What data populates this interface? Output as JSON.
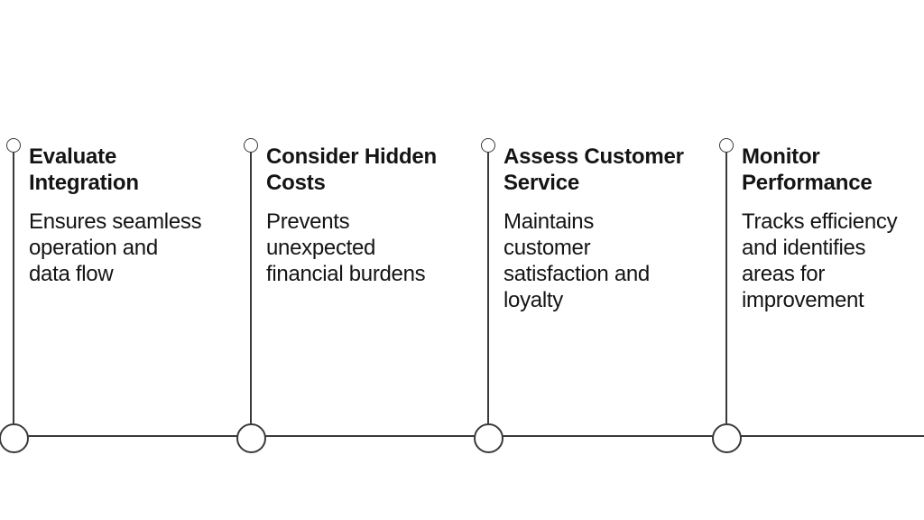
{
  "diagram": {
    "type": "timeline",
    "colors": {
      "line": "#3a3a3a",
      "text": "#141414",
      "background": "#ffffff"
    },
    "milestones": [
      {
        "title": "Evaluate\nIntegration",
        "description": "Ensures seamless\noperation and\ndata flow"
      },
      {
        "title": "Consider Hidden\nCosts",
        "description": "Prevents\nunexpected\nfinancial burdens"
      },
      {
        "title": "Assess Customer\nService",
        "description": "Maintains\ncustomer\nsatisfaction and\nloyalty"
      },
      {
        "title": "Monitor\nPerformance",
        "description": "Tracks efficiency\nand identifies\nareas for\nimprovement"
      }
    ]
  }
}
